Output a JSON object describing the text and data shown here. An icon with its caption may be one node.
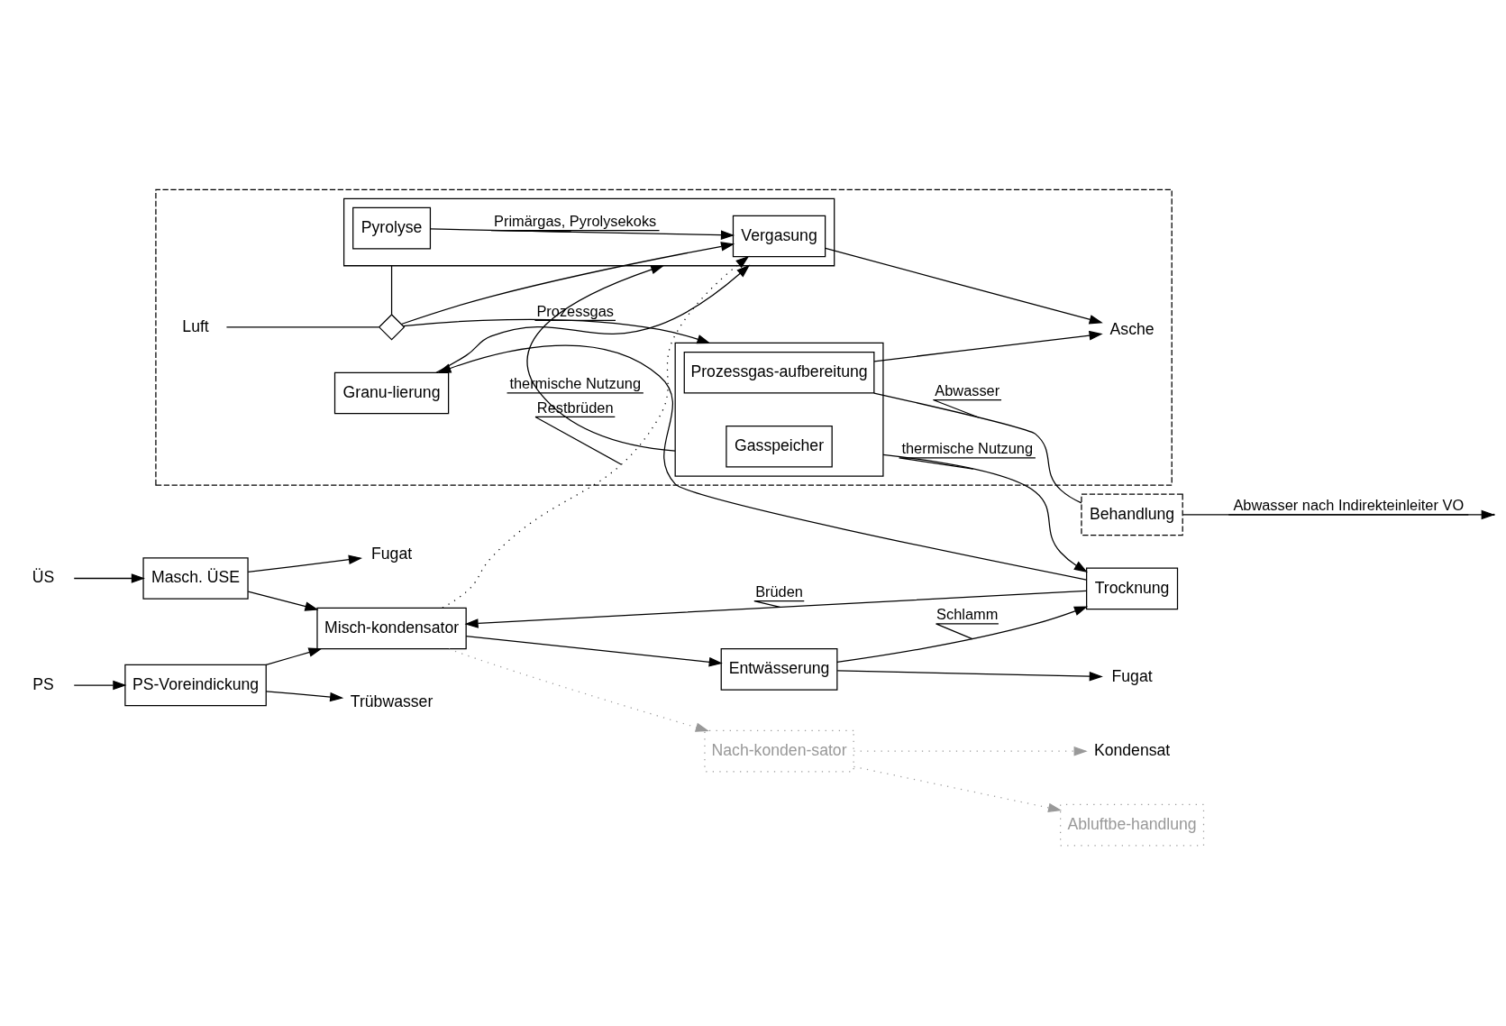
{
  "diagram": {
    "nodes": [
      {
        "text": [
          "PS-Voreindickung"
        ]
      },
      {
        "text": [
          "Masch. ÜSE"
        ]
      },
      {
        "text": [
          "Misch-kondensator"
        ]
      },
      {
        "text": [
          "Nach-konden-sator"
        ]
      },
      {
        "text": [
          "Abluftbe-handlung"
        ]
      },
      {
        "text": [
          "Entwässerung"
        ]
      },
      {
        "text": [
          "Trocknung"
        ]
      },
      {
        "text": [],
        "shape": "box"
      },
      {
        "text": [
          "Granu-lierung"
        ],
        "in": 7
      },
      {
        "text": [],
        "shape": "box",
        "in": 7
      },
      {
        "text": [
          "Vergasung"
        ],
        "in": 9
      },
      {
        "text": [
          "Pyrolyse"
        ],
        "in": 9
      },
      {
        "text": [],
        "shape": "box",
        "in": 7
      },
      {
        "text": [
          "Prozessgas-aufbereitung"
        ],
        "in": 12
      },
      {
        "text": [
          "Gasspeicher"
        ],
        "in": 12
      },
      {
        "text": [
          "Behandlung"
        ]
      },
      {
        "text": [
          "PS"
        ]
      },
      {
        "text": [
          "ÜS"
        ]
      },
      {
        "text": [
          "Trübwasser"
        ]
      },
      {
        "text": [
          "Fugat"
        ]
      },
      {
        "text": [
          "Fugat"
        ]
      },
      {
        "text": [
          "Kondensat"
        ]
      },
      {
        "text": [
          "Luft"
        ],
        "in": 7
      },
      {
        "text": [],
        "shape": "zigzag",
        "in": 7
      },
      {
        "text": [
          "Asche"
        ],
        "in": 7
      }
    ],
    "edges": [
      {
        "from": 16,
        "to": 0,
        "arrow": "to"
      },
      {
        "from": 17,
        "to": 1,
        "arrow": "to"
      },
      {
        "from": 0,
        "to": 18,
        "arrow": "to"
      },
      {
        "from": 1,
        "to": 20,
        "arrow": "to"
      },
      {
        "from": 0,
        "to": 2,
        "arrow": "to"
      },
      {
        "from": 1,
        "to": 2,
        "arrow": "to"
      },
      {
        "from": 2,
        "to": 3,
        "arrow": "to",
        "style": "dashed",
        "color": "#999999"
      },
      {
        "from": 3,
        "to": 21,
        "arrow": "to",
        "style": "dashed",
        "color": "#999999"
      },
      {
        "from": 3,
        "to": 4,
        "arrow": "to",
        "style": "dashed",
        "color": "#999999"
      },
      {
        "from": 2,
        "to": 10,
        "arrow": "to",
        "label": "Restbrüden",
        "style": "dashed"
      },
      {
        "from": 2,
        "to": 5,
        "arrow": "to"
      },
      {
        "from": 5,
        "to": 19,
        "arrow": "to"
      },
      {
        "from": 5,
        "to": 6,
        "arrow": "to",
        "label": "Schlamm"
      },
      {
        "from": 6,
        "to": 2,
        "arrow": "to",
        "label": "Brüden"
      },
      {
        "from": 6,
        "to": 8,
        "arrow": "to"
      },
      {
        "from": 8,
        "to": 9,
        "arrow": "to"
      },
      {
        "from": 11,
        "to": 10,
        "arrow": "to",
        "label": "Primärgas, Pyrolysekoks"
      },
      {
        "from": 22,
        "to": 23,
        "arrow": "none"
      },
      {
        "from": 23,
        "to": 10,
        "arrow": "to"
      },
      {
        "from": 9,
        "to": 23,
        "arrow": "none"
      },
      {
        "from": 23,
        "to": 12,
        "arrow": "to",
        "label": "Prozessgas"
      },
      {
        "from": 10,
        "to": 24,
        "arrow": "to"
      },
      {
        "from": 13,
        "to": 24,
        "arrow": "to"
      },
      {
        "from": 12,
        "to": 9,
        "arrow": "to",
        "label": "thermische Nutzung"
      },
      {
        "from": 12,
        "to": 6,
        "arrow": "to",
        "label": "thermische Nutzung"
      },
      {
        "from": 13,
        "to": 15,
        "arrow": "none",
        "label": "Abwasser"
      },
      {
        "from": 15,
        "to": null,
        "arrow": "to",
        "label": "Abwasser nach Indirekteinleiter VO"
      }
    ]
  }
}
